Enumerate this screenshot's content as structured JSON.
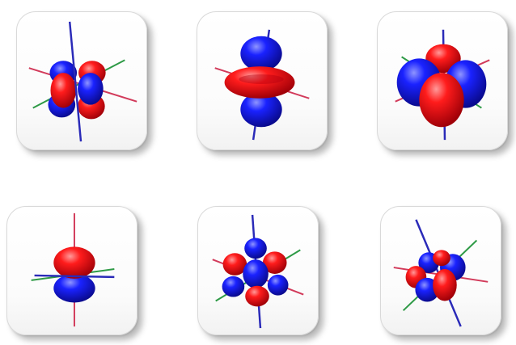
{
  "colors": {
    "positive_lobe": "#e0141e",
    "negative_lobe": "#1b1fe0",
    "axis_blue": "#2a2ab8",
    "axis_red": "#d23a5a",
    "axis_green": "#2e9a46",
    "tile_background": "#ffffff"
  },
  "tiles": [
    {
      "depicts": "orbital-lobes"
    },
    {
      "depicts": "orbital-lobes"
    },
    {
      "depicts": "orbital-lobes"
    },
    {
      "depicts": "orbital-lobes"
    },
    {
      "depicts": "orbital-lobes"
    },
    {
      "depicts": "orbital-lobes"
    }
  ]
}
